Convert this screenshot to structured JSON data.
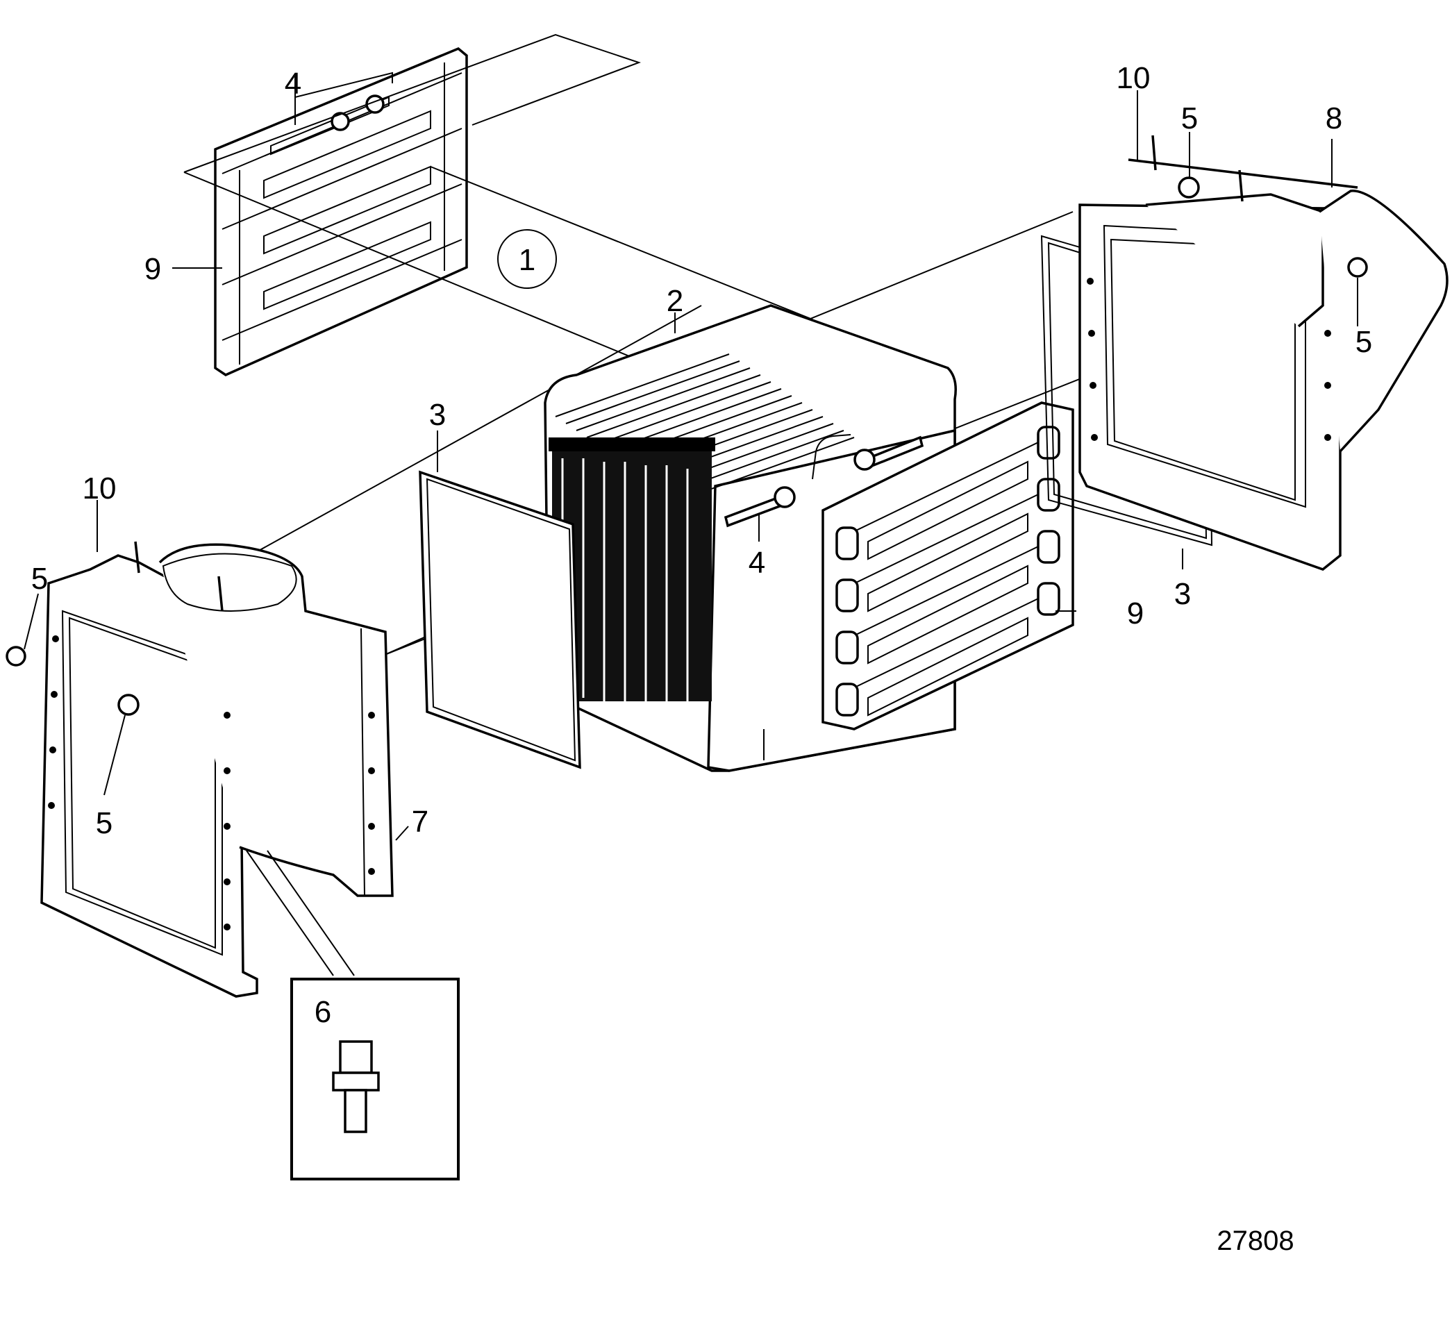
{
  "figure_number": "27808",
  "callouts": {
    "c1": "1",
    "c2": "2",
    "c3_left": "3",
    "c3_right": "3",
    "c4_top": "4",
    "c4_mid": "4",
    "c5_left_outer": "5",
    "c5_left_inner": "5",
    "c5_top_right": "5",
    "c5_right": "5",
    "c6": "6",
    "c7": "7",
    "c8": "8",
    "c9_left": "9",
    "c9_right": "9",
    "c10_left": "10",
    "c10_right": "10"
  },
  "colors": {
    "line": "#000000",
    "background": "#ffffff"
  }
}
